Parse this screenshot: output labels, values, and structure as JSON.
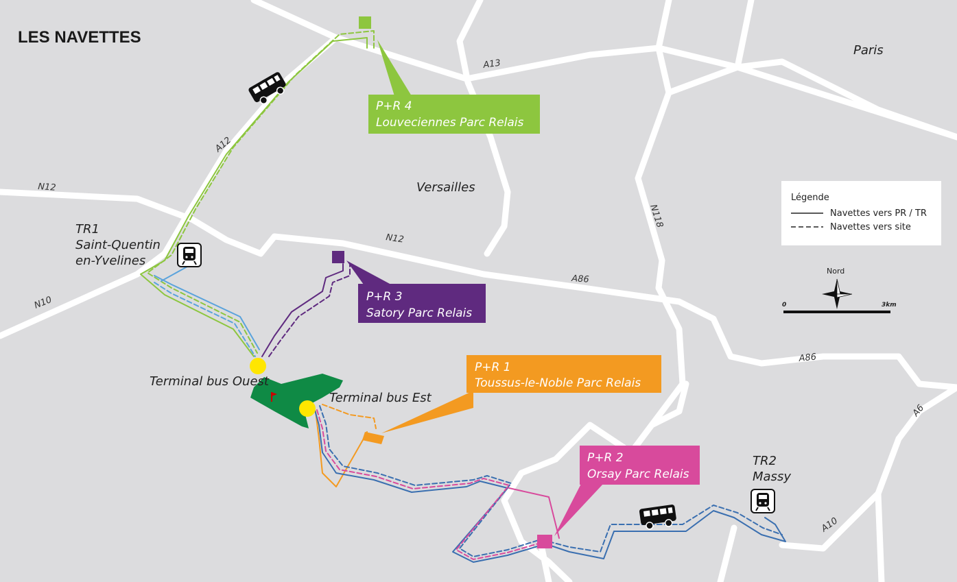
{
  "map": {
    "title": "LES NAVETTES",
    "places": {
      "paris": "Paris",
      "versailles": "Versailles",
      "tr1_code": "TR1",
      "tr1_name_1": "Saint-Quentin",
      "tr1_name_2": "en-Yvelines",
      "tr2_code": "TR2",
      "tr2_name": "Massy",
      "terminal_ouest": "Terminal bus Ouest",
      "terminal_est": "Terminal bus Est"
    },
    "roads": {
      "a13": "A13",
      "a12": "A12",
      "n12_west": "N12",
      "n12_mid": "N12",
      "n10": "N10",
      "n118": "N118",
      "a86_north": "A86",
      "a86_south": "A86",
      "a6": "A6",
      "a10": "A10"
    },
    "parcs": [
      {
        "id": "pr4",
        "line1": "P+R 4",
        "line2": "Louveciennes Parc Relais",
        "color": "#8dc63f"
      },
      {
        "id": "pr3",
        "line1": "P+R 3",
        "line2": "Satory Parc Relais",
        "color": "#5f2a7f"
      },
      {
        "id": "pr1",
        "line1": "P+R 1",
        "line2": "Toussus-le-Noble Parc Relais",
        "color": "#f39a21"
      },
      {
        "id": "pr2",
        "line1": "P+R 2",
        "line2": "Orsay Parc Relais",
        "color": "#d84a9c"
      }
    ],
    "legend": {
      "title": "Légende",
      "solid": "Navettes vers PR / TR",
      "dashed": "Navettes vers site"
    },
    "compass": {
      "label": "Nord"
    },
    "scale": {
      "start": "0",
      "end": "3km"
    },
    "colors": {
      "background": "#dcdcde",
      "road": "#ffffff",
      "blue_route": "#3a6fb0",
      "light_blue_route": "#5aa3dc",
      "site": "#0f8a45",
      "terminal": "#ffe600"
    },
    "icons": [
      "bus-icon",
      "train-icon",
      "compass-icon"
    ]
  }
}
